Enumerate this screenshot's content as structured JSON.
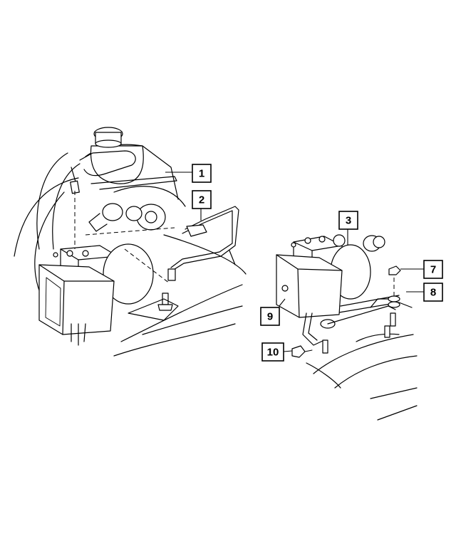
{
  "callouts": [
    {
      "id": "c1",
      "label": "1"
    },
    {
      "id": "c2",
      "label": "2"
    },
    {
      "id": "c3",
      "label": "3"
    },
    {
      "id": "c7",
      "label": "7"
    },
    {
      "id": "c8",
      "label": "8"
    },
    {
      "id": "c9",
      "label": "9"
    },
    {
      "id": "c10",
      "label": "10"
    }
  ]
}
